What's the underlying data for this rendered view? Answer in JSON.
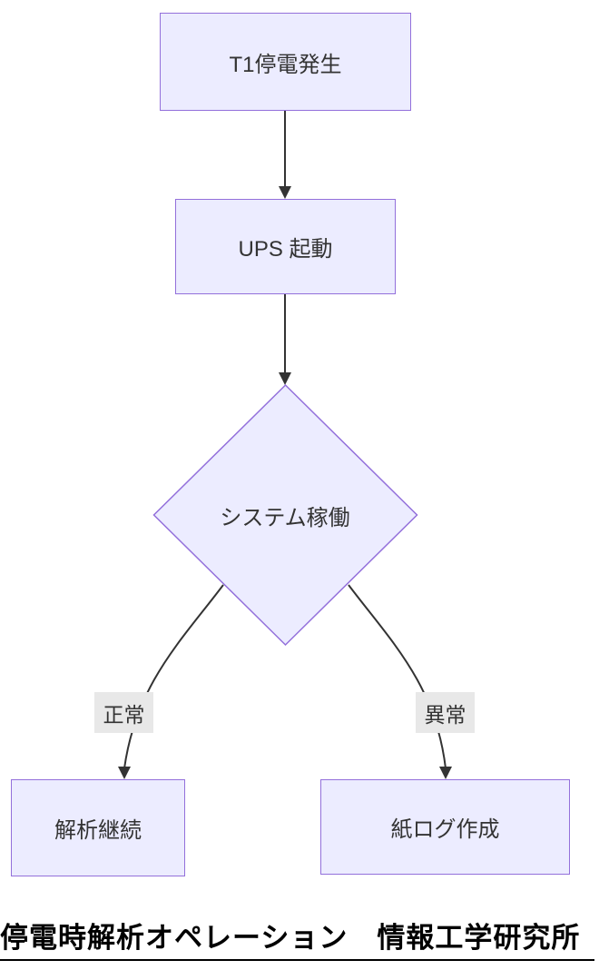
{
  "diagram": {
    "type": "flowchart-top-down",
    "nodes": [
      {
        "id": "t1-outage",
        "label": "T1停電発生",
        "shape": "rect"
      },
      {
        "id": "ups-start",
        "label": "UPS 起動",
        "shape": "rect"
      },
      {
        "id": "system-run",
        "label": "システム稼働",
        "shape": "diamond"
      },
      {
        "id": "continue",
        "label": "解析継続",
        "shape": "rect"
      },
      {
        "id": "paper-log",
        "label": "紙ログ作成",
        "shape": "rect"
      }
    ],
    "edges": [
      {
        "from": "t1-outage",
        "to": "ups-start",
        "label": ""
      },
      {
        "from": "ups-start",
        "to": "system-run",
        "label": ""
      },
      {
        "from": "system-run",
        "to": "continue",
        "label": "正常"
      },
      {
        "from": "system-run",
        "to": "paper-log",
        "label": "異常"
      }
    ],
    "colors": {
      "node_fill": "#ECECFF",
      "node_border": "#9370DB",
      "edge": "#333333",
      "edge_label_bg": "#e8e8e8",
      "node_text": "#333333",
      "caption_text": "#000000"
    }
  },
  "caption": {
    "text": "停電時解析オペレーション　情報工学研究所"
  }
}
